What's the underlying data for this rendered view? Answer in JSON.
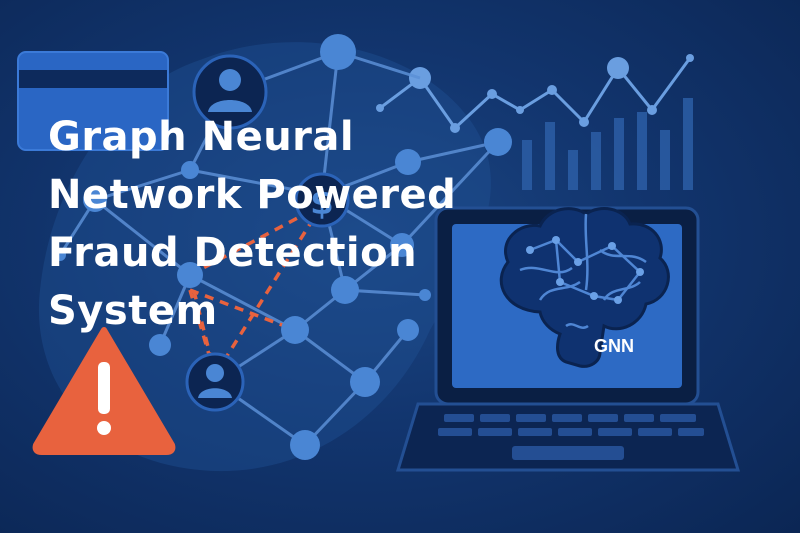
{
  "headline": {
    "lines": [
      "Graph Neural",
      "Network Powered",
      "Fraud Detection",
      "System"
    ]
  },
  "laptop": {
    "screen_label": "GNN"
  },
  "icons": {
    "card": "credit-card-icon",
    "user_top": "user-icon",
    "user_bottom": "user-icon",
    "dollar": "dollar-node-icon",
    "warning": "warning-icon",
    "brain": "brain-icon",
    "laptop": "laptop-icon",
    "chart": "chart-icon"
  },
  "colors": {
    "background": "#12356e",
    "node": "#4a86d4",
    "edge": "#5b8fd6",
    "fraud_edge": "#e8623e",
    "warning": "#e8623e",
    "text": "#ffffff"
  }
}
